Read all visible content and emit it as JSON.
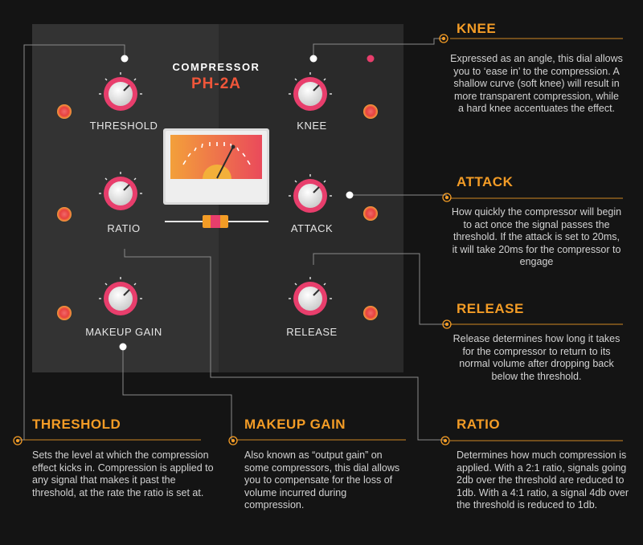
{
  "device": {
    "brand_top": "COMPRESSOR",
    "brand_main": "PH-2A",
    "knob_labels": {
      "threshold": "THRESHOLD",
      "knee": "KNEE",
      "ratio": "RATIO",
      "attack": "ATTACK",
      "makeup_gain": "MAKEUP GAIN",
      "release": "RELEASE"
    }
  },
  "callouts": {
    "knee": {
      "title": "KNEE",
      "text": "Expressed as an angle, this dial allows you to ‘ease in’ to the compression. A shallow curve (soft knee) will result in more transparent compression, while a hard knee accentuates the effect."
    },
    "attack": {
      "title": "ATTACK",
      "text": "How quickly the compressor will begin to act once the signal passes the threshold. If the attack is set to 20ms, it will take 20ms for the compressor to engage"
    },
    "release": {
      "title": "RELEASE",
      "text": "Release determines how long it takes for the compressor to return to its normal volume after dropping back below the threshold."
    },
    "threshold": {
      "title": "THRESHOLD",
      "text": "Sets the level at which the compression effect kicks in. Compression is applied to any signal that makes it past the threshold, at the rate the ratio is set at."
    },
    "makeup_gain": {
      "title": "MAKEUP GAIN",
      "text": "Also known as “output gain” on some compressors, this dial allows you to compensate for the loss of volume incurred during compression."
    },
    "ratio": {
      "title": "RATIO",
      "text": "Determines how much compression is applied. With a 2:1 ratio, signals going 2db over the threshold are reduced to 1db. With a 4:1 ratio, a signal 4db over the threshold is reduced to 1db."
    }
  },
  "colors": {
    "accent_orange": "#f39c26",
    "knob_pink": "#e83e6c",
    "meter_gradient_start": "#f3a03a",
    "meter_gradient_end": "#ea4a5b"
  }
}
